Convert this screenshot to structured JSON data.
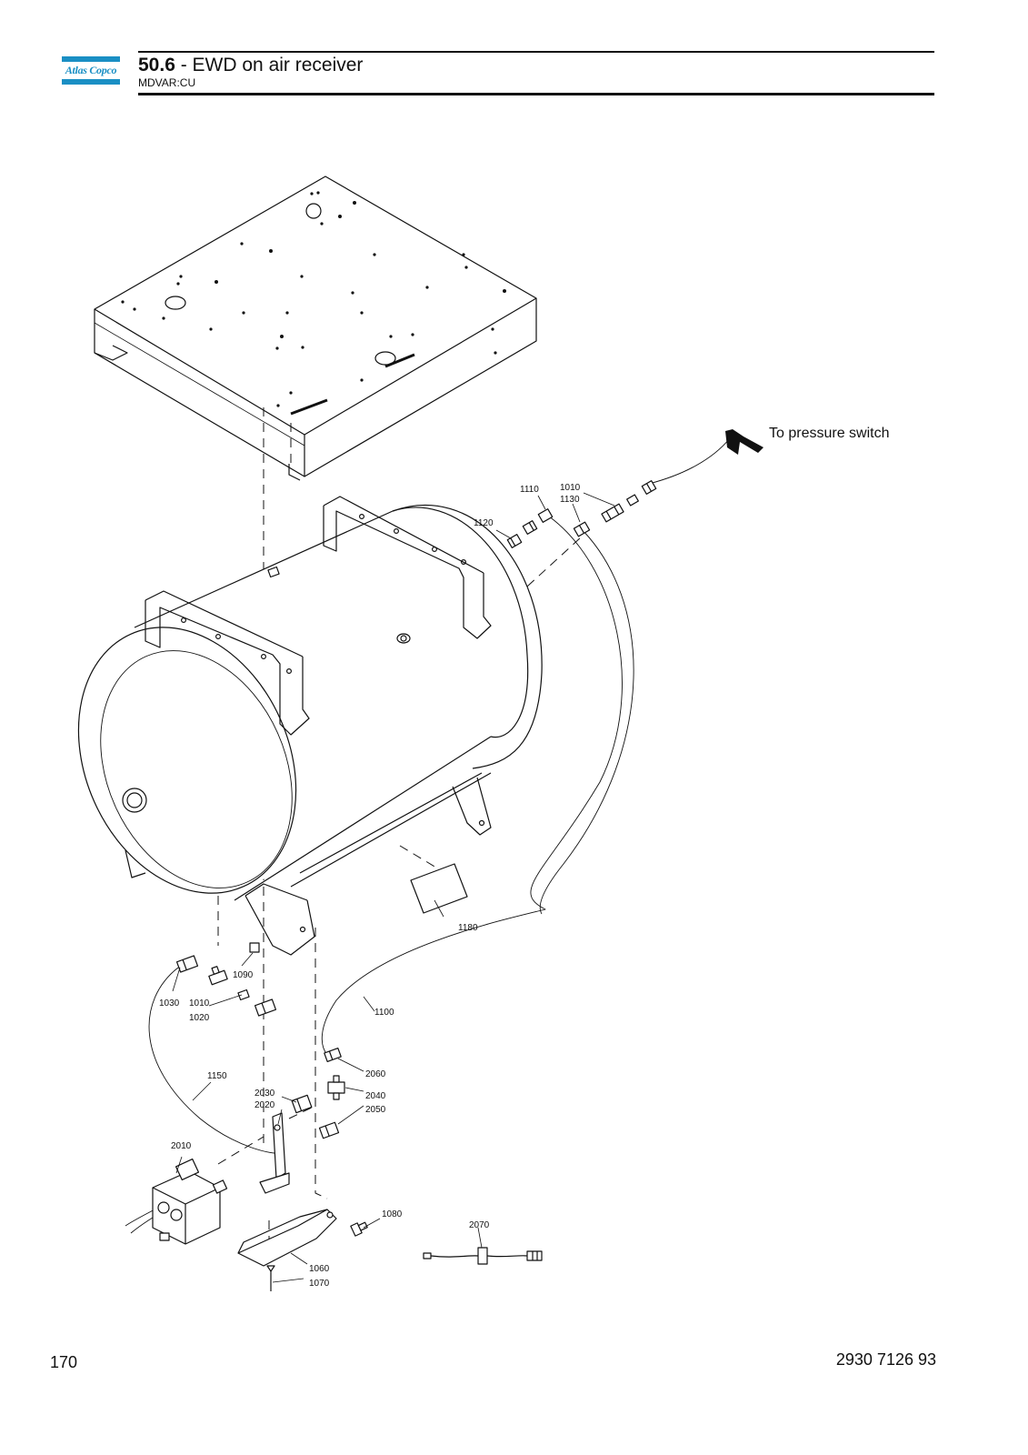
{
  "header": {
    "brand": "Atlas Copco",
    "section_number": "50.6",
    "section_separator": " - ",
    "section_title": "EWD on air receiver",
    "model_code": "MDVAR:CU"
  },
  "drawing": {
    "note": "To pressure switch",
    "part_labels": {
      "p1110": "1110",
      "p1010a": "1010",
      "p1130": "1130",
      "p1120": "1120",
      "p1180": "1180",
      "p1090": "1090",
      "p1030": "1030",
      "p1010b": "1010",
      "p1020": "1020",
      "p1100": "1100",
      "p2060": "2060",
      "p1150": "1150",
      "p2030": "2030",
      "p2020": "2020",
      "p2040": "2040",
      "p2050": "2050",
      "p2010": "2010",
      "p1080": "1080",
      "p2070": "2070",
      "p1060": "1060",
      "p1070": "1070"
    }
  },
  "footer": {
    "page_number": "170",
    "document_number": "2930 7126 93"
  },
  "colors": {
    "brand_blue": "#1a8fc4",
    "line": "#111111"
  }
}
